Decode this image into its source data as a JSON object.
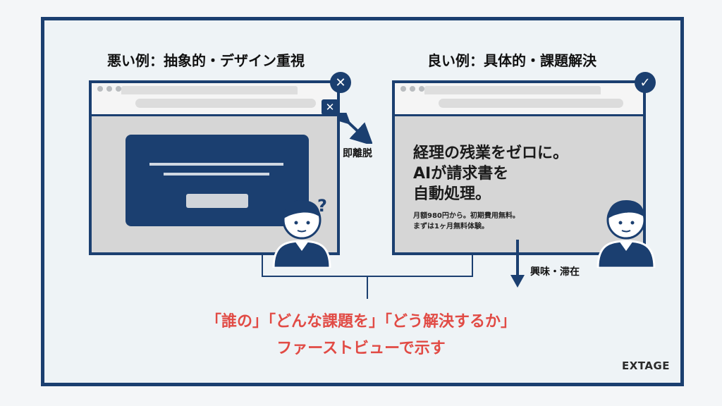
{
  "left": {
    "heading": "悪い例：抽象的・デザイン重視",
    "badge_icon": "close-icon",
    "label": "即離脱"
  },
  "right": {
    "heading": "良い例：具体的・課題解決",
    "badge_icon": "check-icon",
    "headline_lines": [
      "経理の残業をゼロに。",
      "AIが請求書を",
      "自動処理。"
    ],
    "sub_lines": [
      "月額980円から。初期費用無料。",
      "まずは1ヶ月無料体験。"
    ],
    "label": "興味・滞在"
  },
  "caption": {
    "line1": "「誰の」「どんな課題を」「どう解決するか」",
    "line2": "ファーストビューで示す"
  },
  "logo": "EXTAGE",
  "colors": {
    "navy": "#1b3f70",
    "accent_red": "#e14b45",
    "frame_bg": "#eef3f6"
  }
}
